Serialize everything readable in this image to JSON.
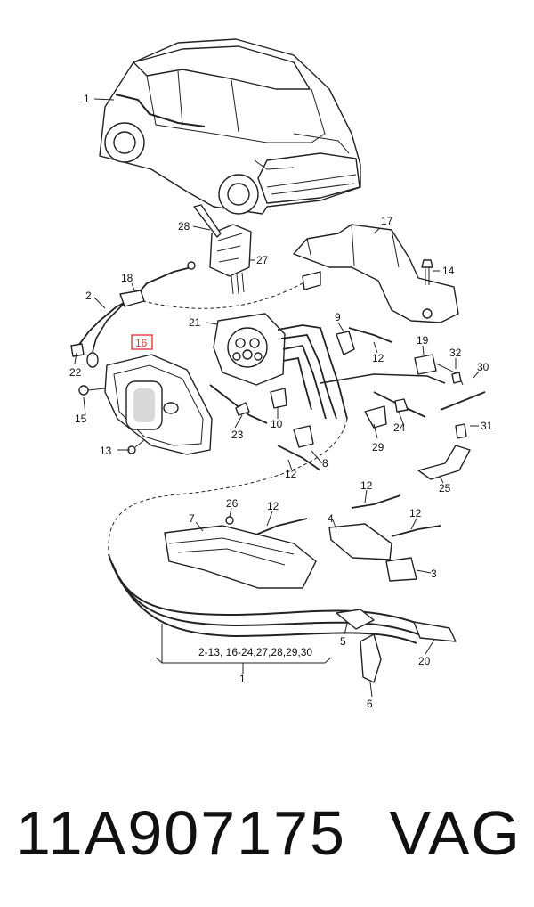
{
  "diagram": {
    "callouts": {
      "c1_top": "1",
      "c2": "2",
      "c3": "3",
      "c4": "4",
      "c5": "5",
      "c6": "6",
      "c7": "7",
      "c8": "8",
      "c9": "9",
      "c10": "10",
      "c12a": "12",
      "c12b": "12",
      "c12c": "12",
      "c12d": "12",
      "c12e": "12",
      "c13": "13",
      "c14": "14",
      "c15": "15",
      "c16": "16",
      "c17": "17",
      "c18": "18",
      "c19": "19",
      "c20": "20",
      "c21": "21",
      "c22": "22",
      "c23": "23",
      "c24": "24",
      "c25": "25",
      "c26": "26",
      "c27": "27",
      "c28": "28",
      "c29": "29",
      "c30": "30",
      "c31": "31",
      "c32": "32",
      "c1_bottom": "1"
    },
    "group_note": "2-13, 16-24,27,28,29,30",
    "highlight_color": "#e0393e"
  },
  "footer": {
    "part_number": "11A907175",
    "brand": "VAG"
  }
}
